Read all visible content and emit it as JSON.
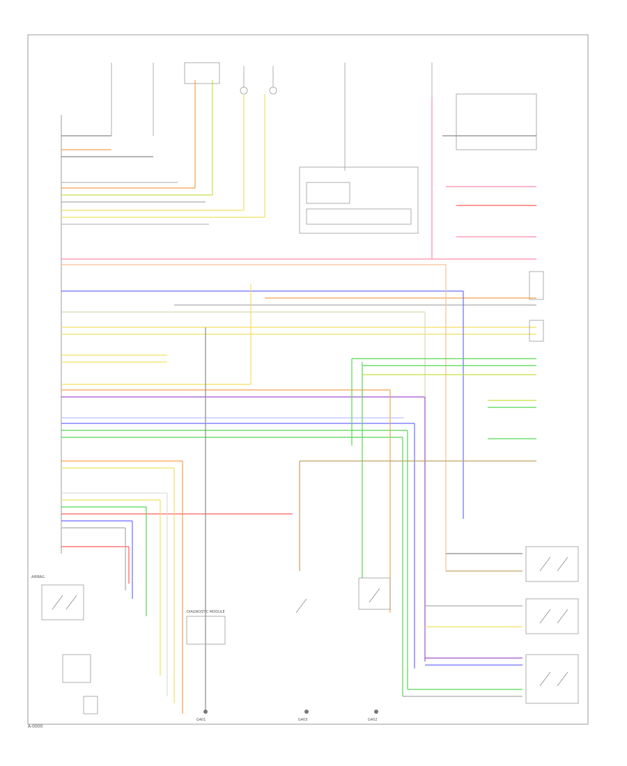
{
  "footer_code": "A-0000",
  "labels": {
    "module_left_label": "AIRBAG",
    "module_bottom_label": "DIAGNOSTIC MODULE",
    "gnd_left": "G401",
    "gnd_mid": "G403",
    "gnd_right": "G402"
  },
  "colors": {
    "grey": "#888888",
    "orange": "#f5a04a",
    "yellow": "#f0e060",
    "yellow_green": "#c8e040",
    "pink": "#ff8aa8",
    "red": "#ff5a5a",
    "blue": "#6a6aff",
    "purple": "#a050d0",
    "green": "#50d850",
    "light_blue": "#a0c0ff",
    "tan": "#c0a060",
    "light_grey": "#c8c8c8"
  }
}
